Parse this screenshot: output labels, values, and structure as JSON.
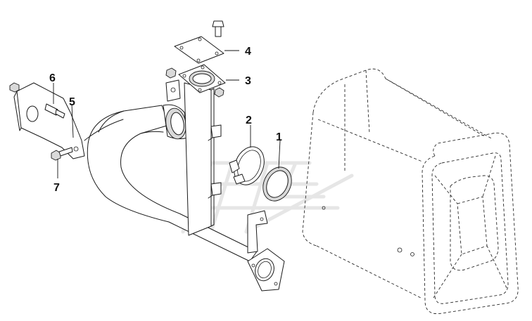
{
  "callouts": {
    "c1": "1",
    "c2": "2",
    "c3": "3",
    "c4": "4",
    "c5": "5",
    "c6": "6",
    "c7": "7"
  },
  "colors": {
    "line": "#1a1a1a",
    "background": "#ffffff",
    "watermark": "#e6e6e6"
  }
}
